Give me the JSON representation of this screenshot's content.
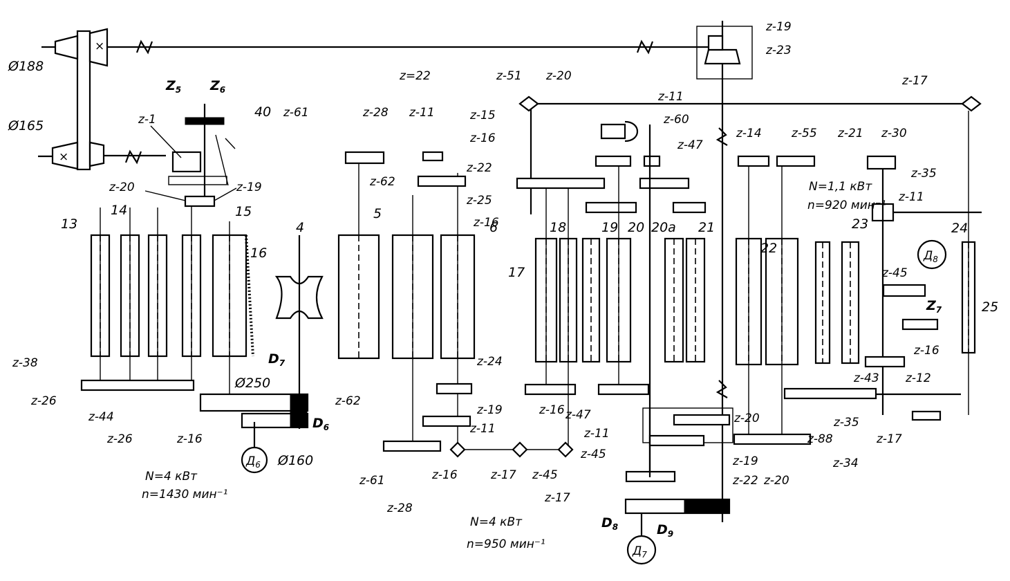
{
  "pulleys": [
    "Ø188",
    "Ø165",
    "Ø250",
    "Ø160"
  ],
  "motors": [
    {
      "symbol": "Д6",
      "power": "N=4 кВт",
      "speed": "n=1430 мин⁻¹"
    },
    {
      "symbol": "Д7",
      "power": "N=4 кВт",
      "speed": "n=950 мин⁻¹"
    },
    {
      "symbol": "Д8",
      "power": "N=1,1 кВт",
      "speed": "n=920 мин⁻¹"
    }
  ],
  "belt_labels": [
    "D7",
    "D6",
    "D8",
    "D9"
  ],
  "clutch_labels": [
    "Z5",
    "Z6",
    "Z7"
  ],
  "roll_numbers": [
    "13",
    "14",
    "15",
    "16",
    "4",
    "5",
    "6",
    "17",
    "18",
    "19",
    "20",
    "20a",
    "21",
    "22",
    "23",
    "24",
    "25",
    "40"
  ],
  "gear_labels": {
    "left": [
      "z-1",
      "z-20",
      "z-19",
      "z-38",
      "z-26",
      "z-44",
      "z-26",
      "z-16"
    ],
    "middle": [
      "z-61",
      "z-28",
      "z-11",
      "z-62",
      "z-62",
      "z-19",
      "z-11",
      "z-61",
      "z-28",
      "z-16",
      "z-17",
      "z-45"
    ],
    "center": [
      "z-22",
      "z-51",
      "z-20",
      "z-15",
      "z-16",
      "z-22",
      "z-25",
      "z-16",
      "z-11",
      "z-60",
      "z-47",
      "z-24",
      "z-16",
      "z-47",
      "z-11",
      "z-45",
      "z-17"
    ],
    "right": [
      "z-19",
      "z-23",
      "z-17",
      "z-14",
      "z-55",
      "z-21",
      "z-30",
      "z-35",
      "z-11",
      "z-45",
      "z-16",
      "z-43",
      "z-12",
      "z-20",
      "z-19",
      "z-22",
      "z-20",
      "z-88",
      "z-35",
      "z-34",
      "z-17"
    ]
  }
}
